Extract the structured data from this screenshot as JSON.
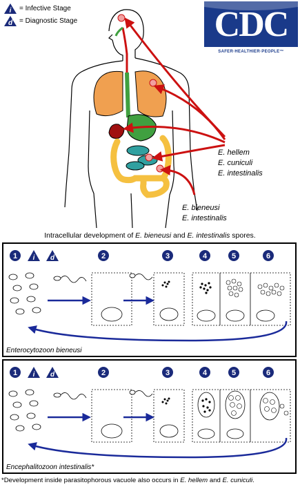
{
  "legend": {
    "infective_letter": "i",
    "infective_label": "= Infective Stage",
    "diagnostic_letter": "d",
    "diagnostic_label": "= Diagnostic Stage"
  },
  "logo": {
    "text": "CDC",
    "tagline": "SAFER·HEALTHIER·PEOPLE™",
    "color": "#1a3a8a"
  },
  "species_upper": [
    "E. hellem",
    "E. cuniculi",
    "E. intestinalis"
  ],
  "species_lower": [
    "E. bieneusi",
    "E. intestinalis"
  ],
  "caption": {
    "prefix": "Intracellular development of ",
    "species1": "E. bieneusi",
    "middle": " and ",
    "species2": "E. intestinalis",
    "suffix": " spores."
  },
  "panels": [
    {
      "label": "Enterocytozoon bieneusi",
      "steps": [
        "1",
        "2",
        "3",
        "4",
        "5",
        "6"
      ],
      "badges": [
        "i",
        "d"
      ]
    },
    {
      "label": "Encephalitozoon intestinalis*",
      "steps": [
        "1",
        "2",
        "3",
        "4",
        "5",
        "6"
      ],
      "badges": [
        "i",
        "d"
      ]
    }
  ],
  "footnote": {
    "prefix": "*Development inside parasitophorous vacuole also occurs in ",
    "species1": "E. hellem",
    "middle": " and ",
    "species2": "E. cuniculi",
    "suffix": "."
  },
  "colors": {
    "arrow_red": "#cc1111",
    "arrow_blue": "#1a2a9a",
    "badge_navy": "#1a2a7a",
    "lung": "#f0a050",
    "intestine": "#f5c040",
    "stomach": "#40a040",
    "colon": "#30a0a0",
    "liver": "#a01010"
  }
}
